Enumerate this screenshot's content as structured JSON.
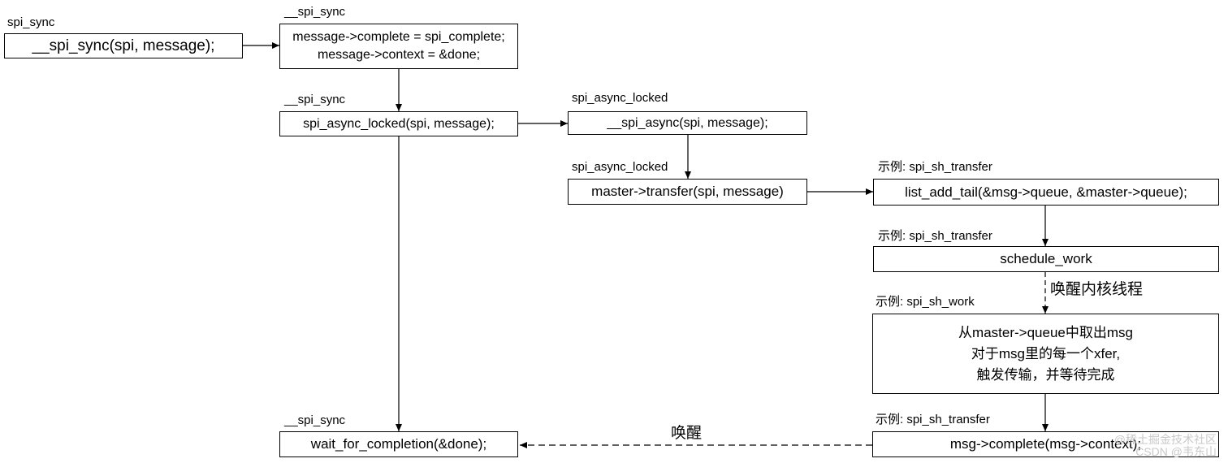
{
  "labels": {
    "spi_sync": "spi_sync",
    "spi_sync_2": "__spi_sync",
    "spi_sync_3": "__spi_sync",
    "spi_async_locked_1": "spi_async_locked",
    "spi_async_locked_2": "spi_async_locked",
    "example_sh_transfer_1": "示例: spi_sh_transfer",
    "example_sh_transfer_2": "示例: spi_sh_transfer",
    "example_sh_work": "示例: spi_sh_work",
    "example_sh_transfer_3": "示例: spi_sh_transfer",
    "spi_sync_4": "__spi_sync"
  },
  "boxes": {
    "spi_sync_call": "__spi_sync(spi, message);",
    "set_complete": [
      "message->complete = spi_complete;",
      "message->context = &done;"
    ],
    "spi_async_locked_call": "spi_async_locked(spi, message);",
    "spi_async_call": "__spi_async(spi, message);",
    "master_transfer": "master->transfer(spi, message)",
    "list_add_tail": "list_add_tail(&msg->queue, &master->queue);",
    "schedule_work": "schedule_work",
    "work_body": [
      "从master->queue中取出msg",
      "对于msg里的每一个xfer,",
      "触发传输，并等待完成"
    ],
    "msg_complete": "msg->complete(msg->context);",
    "wait_for_completion": "wait_for_completion(&done);"
  },
  "edge_labels": {
    "wake_kernel_thread": "唤醒内核线程",
    "wake": "唤醒"
  },
  "watermark": [
    "@稀土掘金技术社区",
    "CSDN @韦东山"
  ]
}
